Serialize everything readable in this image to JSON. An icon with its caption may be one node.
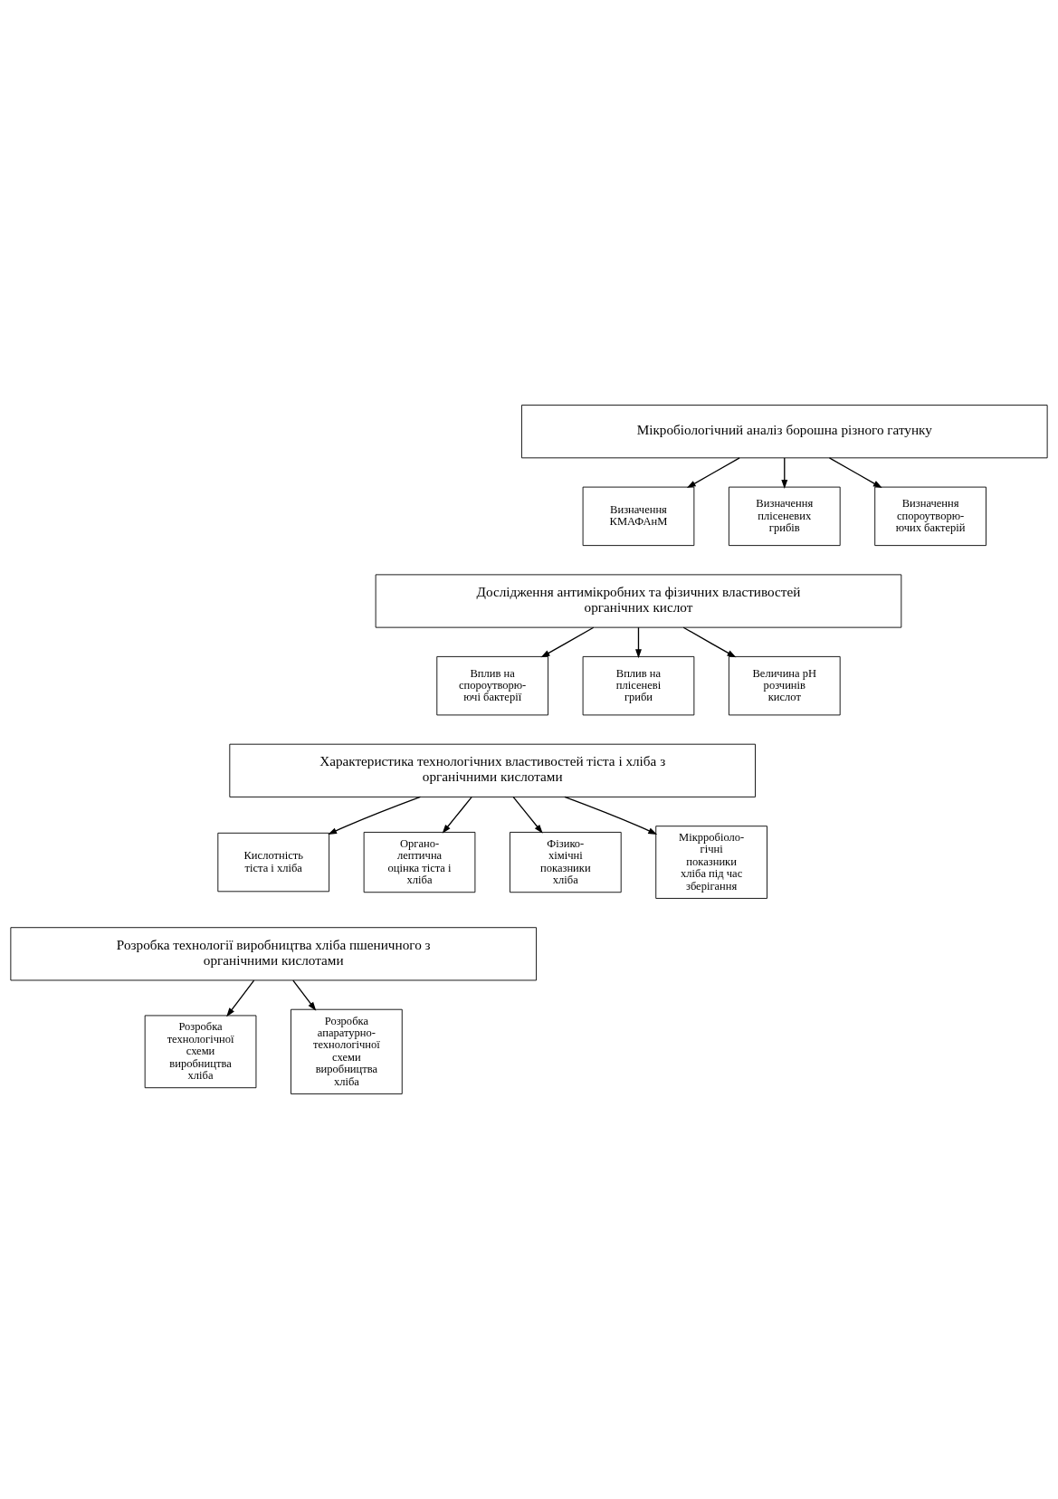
{
  "diagram": {
    "nodes": [
      {
        "text": [
          "Мікробіологічний аналіз борошна різного гатунку"
        ]
      },
      {
        "text": [
          "Визначення КМАФАнМ"
        ]
      },
      {
        "text": [
          "Визначення плісеневих грибів"
        ]
      },
      {
        "text": [
          "Визначення спороутворю- ючих бактерій"
        ]
      },
      {
        "text": [
          "Дослідження антимікробних та фізичних властивостей органічних кислот"
        ]
      },
      {
        "text": [
          "Вплив на спороутворю- ючі бактерії"
        ]
      },
      {
        "text": [
          "Вплив на плісеневі гриби"
        ]
      },
      {
        "text": [
          "Величина pH розчинів кислот"
        ]
      },
      {
        "text": [
          "Характеристика технологічних властивостей тіста і хліба з органічними кислотами"
        ]
      },
      {
        "text": [
          "Кислотність тіста і хліба"
        ]
      },
      {
        "text": [
          "Органо- лептична оцінка тіста і хліба"
        ]
      },
      {
        "text": [
          "Фізико- хімічні показники хліба"
        ]
      },
      {
        "text": [
          "Мікрробіоло- гічні показники хліба під час зберігання"
        ]
      },
      {
        "text": [
          "Розробка технології виробництва хліба пшеничного з органічними кислотами"
        ]
      },
      {
        "text": [
          "Розробка технологічної схеми виробництва хліба"
        ]
      },
      {
        "text": [
          "Розробка апаратурно- технологічної схеми виробництва хліба"
        ]
      }
    ],
    "edges": [
      {
        "from": 0,
        "to": 1,
        "arrow": "to"
      },
      {
        "from": 0,
        "to": 2,
        "arrow": "to"
      },
      {
        "from": 0,
        "to": 3,
        "arrow": "to"
      },
      {
        "from": 4,
        "to": 5,
        "arrow": "to"
      },
      {
        "from": 4,
        "to": 6,
        "arrow": "to"
      },
      {
        "from": 4,
        "to": 7,
        "arrow": "to"
      },
      {
        "from": 8,
        "to": 9,
        "arrow": "to"
      },
      {
        "from": 8,
        "to": 10,
        "arrow": "to"
      },
      {
        "from": 8,
        "to": 11,
        "arrow": "to"
      },
      {
        "from": 8,
        "to": 12,
        "arrow": "to"
      },
      {
        "from": 13,
        "to": 14,
        "arrow": "to"
      },
      {
        "from": 13,
        "to": 15,
        "arrow": "to"
      }
    ]
  }
}
